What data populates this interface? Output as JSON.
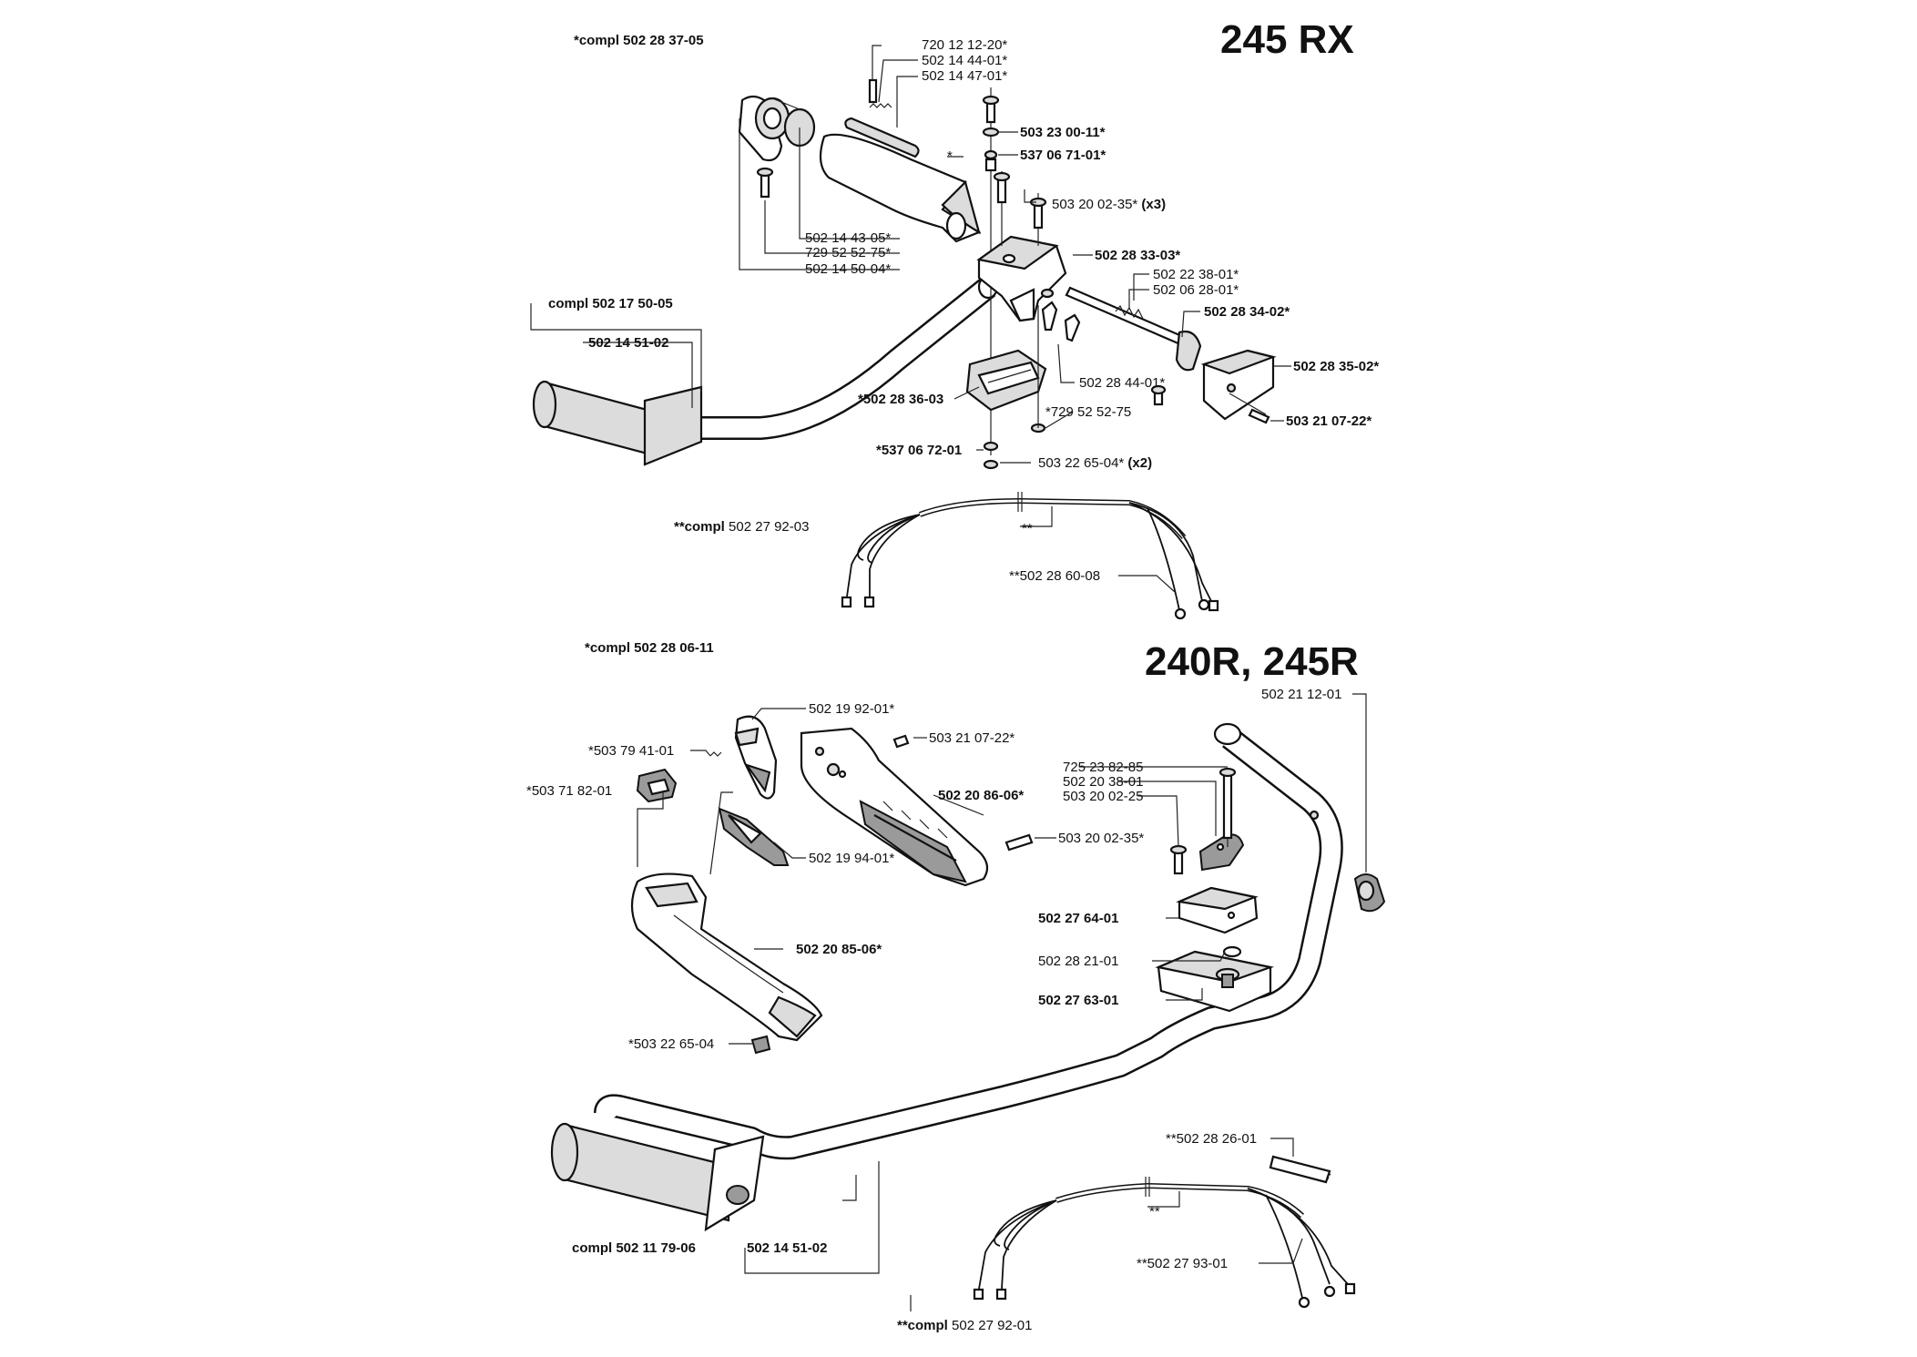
{
  "top": {
    "title": "245 RX",
    "set": "*compl 502 28 37-05",
    "labels": {
      "pin": "720 12 12-20*",
      "spring": "502 14 44-01*",
      "lever": "502 14 47-01*",
      "washer_a": "503 23 00-11*",
      "spacer_a": "537 06 71-01*",
      "grip_star": "*",
      "screws_x3": "503 20 02-35*",
      "screws_x3_qty": "(x3)",
      "grip_ring": "502 14 43-05*",
      "grip_screw": "729 52 52-75*",
      "grip_clip": "502 14 50-04*",
      "bracket": "502 28 33-03*",
      "cable_sleeve": "502 22 38-01*",
      "cable_spring": "502 06 28-01*",
      "throttle_rod": "502 28 34-02*",
      "cover": "502 28 35-02*",
      "cover_screw": "503 21 07-22*",
      "handle_compl": "compl 502 17 50-05",
      "handle_grip": "502 14 51-02",
      "clamp_lower": "*502 28 36-03",
      "clip_part": "502 28 44-01*",
      "clip_screw": "*729 52 52-75",
      "spacer_b": "*537 06 72-01",
      "screws_x2": "503 22 65-04*",
      "screws_x2_qty": "(x2)",
      "wire_compl_prefix": "**compl",
      "wire_compl": "502 27 92-03",
      "wire_mid": "**",
      "wire_part": "**502 28 60-08"
    }
  },
  "bottom": {
    "title": "240R, 245R",
    "set": "*compl 502 28 06-11",
    "labels": {
      "bar_tube": "502 21 12-01",
      "throttle": "502 19 92-01*",
      "stop_screw": "503 21 07-22*",
      "spring_small": "*503 79 41-01",
      "switch": "*503 71 82-01",
      "handle_half": "502 20 86-06*",
      "bolt_long": "725 23 82-85",
      "washer_b": "502 20 38-01",
      "screw_b": "503 20 02-25",
      "screw_c": "503 20 02-35*",
      "lock_lever": "502 19 94-01*",
      "clamp_top": "502 27 64-01",
      "clamp_nut": "502 28 21-01",
      "clamp_bottom": "502 27 63-01",
      "handle_body": "502 20 85-06*",
      "handle_screw": "*503 22 65-04",
      "hose": "**502 28 26-01",
      "wire_mid": "**",
      "wire_part": "**502 27 93-01",
      "handle_compl": "compl 502 11 79-06",
      "handle_grip": "502 14 51-02",
      "wire_compl_prefix": "**compl",
      "wire_compl": "502 27 92-01"
    }
  }
}
